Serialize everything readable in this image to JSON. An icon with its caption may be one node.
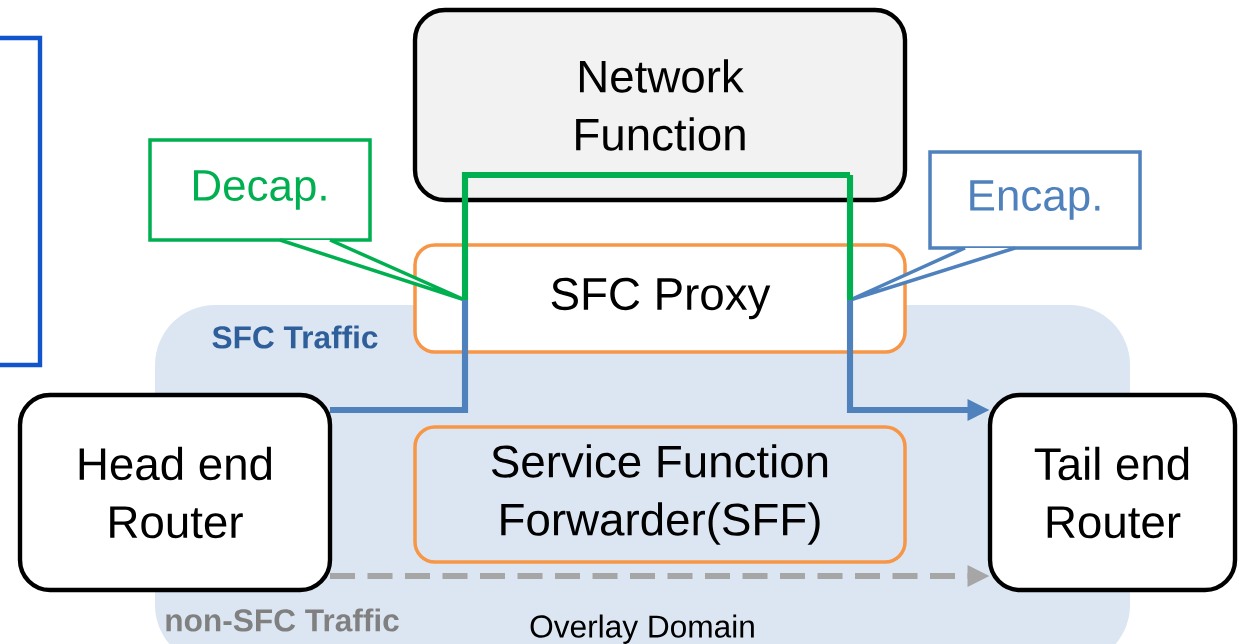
{
  "diagram": {
    "nodes": [
      {
        "text": [],
        "shape": "box"
      },
      {
        "text": [
          "Network Function"
        ]
      },
      {
        "text": [
          "Decap."
        ]
      },
      {
        "text": [
          "Encap."
        ]
      },
      {
        "text": [
          "Overlay Domain"
        ]
      },
      {
        "text": [
          "SFC Proxy"
        ]
      },
      {
        "text": [
          "Head end Router"
        ]
      },
      {
        "text": [
          "Service Function Forwarder(SFF)"
        ],
        "in": 4
      },
      {
        "text": [
          "Tail end Router"
        ]
      }
    ],
    "edges": [
      {
        "from": 6,
        "to": 5,
        "arrow": "none",
        "color": "#4f81bd"
      },
      {
        "from": 5,
        "to": 1,
        "arrow": "none",
        "color": "#00b050"
      },
      {
        "from": 1,
        "to": 5,
        "arrow": "none",
        "color": "#00b050"
      },
      {
        "from": 5,
        "to": 8,
        "arrow": "to",
        "color": "#4f81bd"
      },
      {
        "from": 6,
        "to": 8,
        "arrow": "to",
        "style": "dashed",
        "color": "#a6a6a6"
      }
    ],
    "labels": [
      "SFC Traffic",
      "non-SFC Traffic"
    ]
  }
}
